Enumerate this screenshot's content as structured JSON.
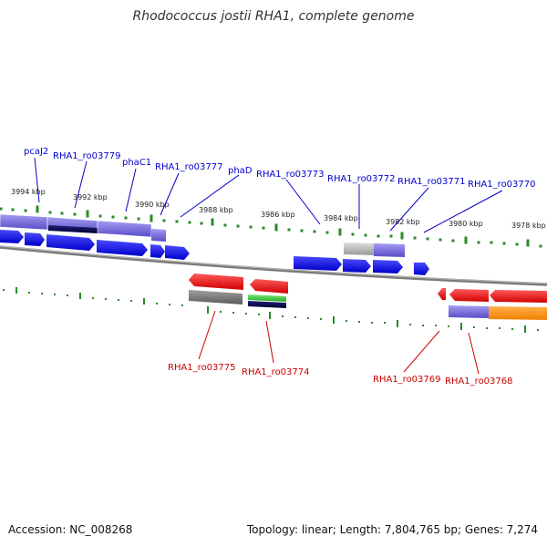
{
  "title": "Rhodococcus jostii RHA1, complete genome",
  "footer": {
    "accession": "Accession: NC_008268",
    "topology": "Topology: linear; Length: 7,804,765 bp; Genes: 7,274"
  },
  "kbp_ticks": [
    "3994 kbp",
    "3992 kbp",
    "3990 kbp",
    "3988 kbp",
    "3986 kbp",
    "3984 kbp",
    "3982 kbp",
    "3980 kbp",
    "3978 kbp"
  ],
  "forward_gene_labels": [
    "pcaJ2",
    "RHA1_ro03779",
    "phaC1",
    "RHA1_ro03777",
    "phaD",
    "RHA1_ro03773",
    "RHA1_ro03772",
    "RHA1_ro03771",
    "RHA1_ro03770"
  ],
  "reverse_gene_labels": [
    "RHA1_ro03775",
    "RHA1_ro03774",
    "RHA1_ro03769",
    "RHA1_ro03768"
  ],
  "colors": {
    "forward_label": "#0000cc",
    "reverse_label": "#cc0000",
    "cds_forward": "#0000ee",
    "cds_reverse": "#ee0000",
    "backbone": "#888888",
    "tick": "#228b22",
    "feature_purple": "#6a5acd",
    "feature_gray": "#777777",
    "feature_green": "#33cc33",
    "feature_orange": "#ff8c00"
  }
}
